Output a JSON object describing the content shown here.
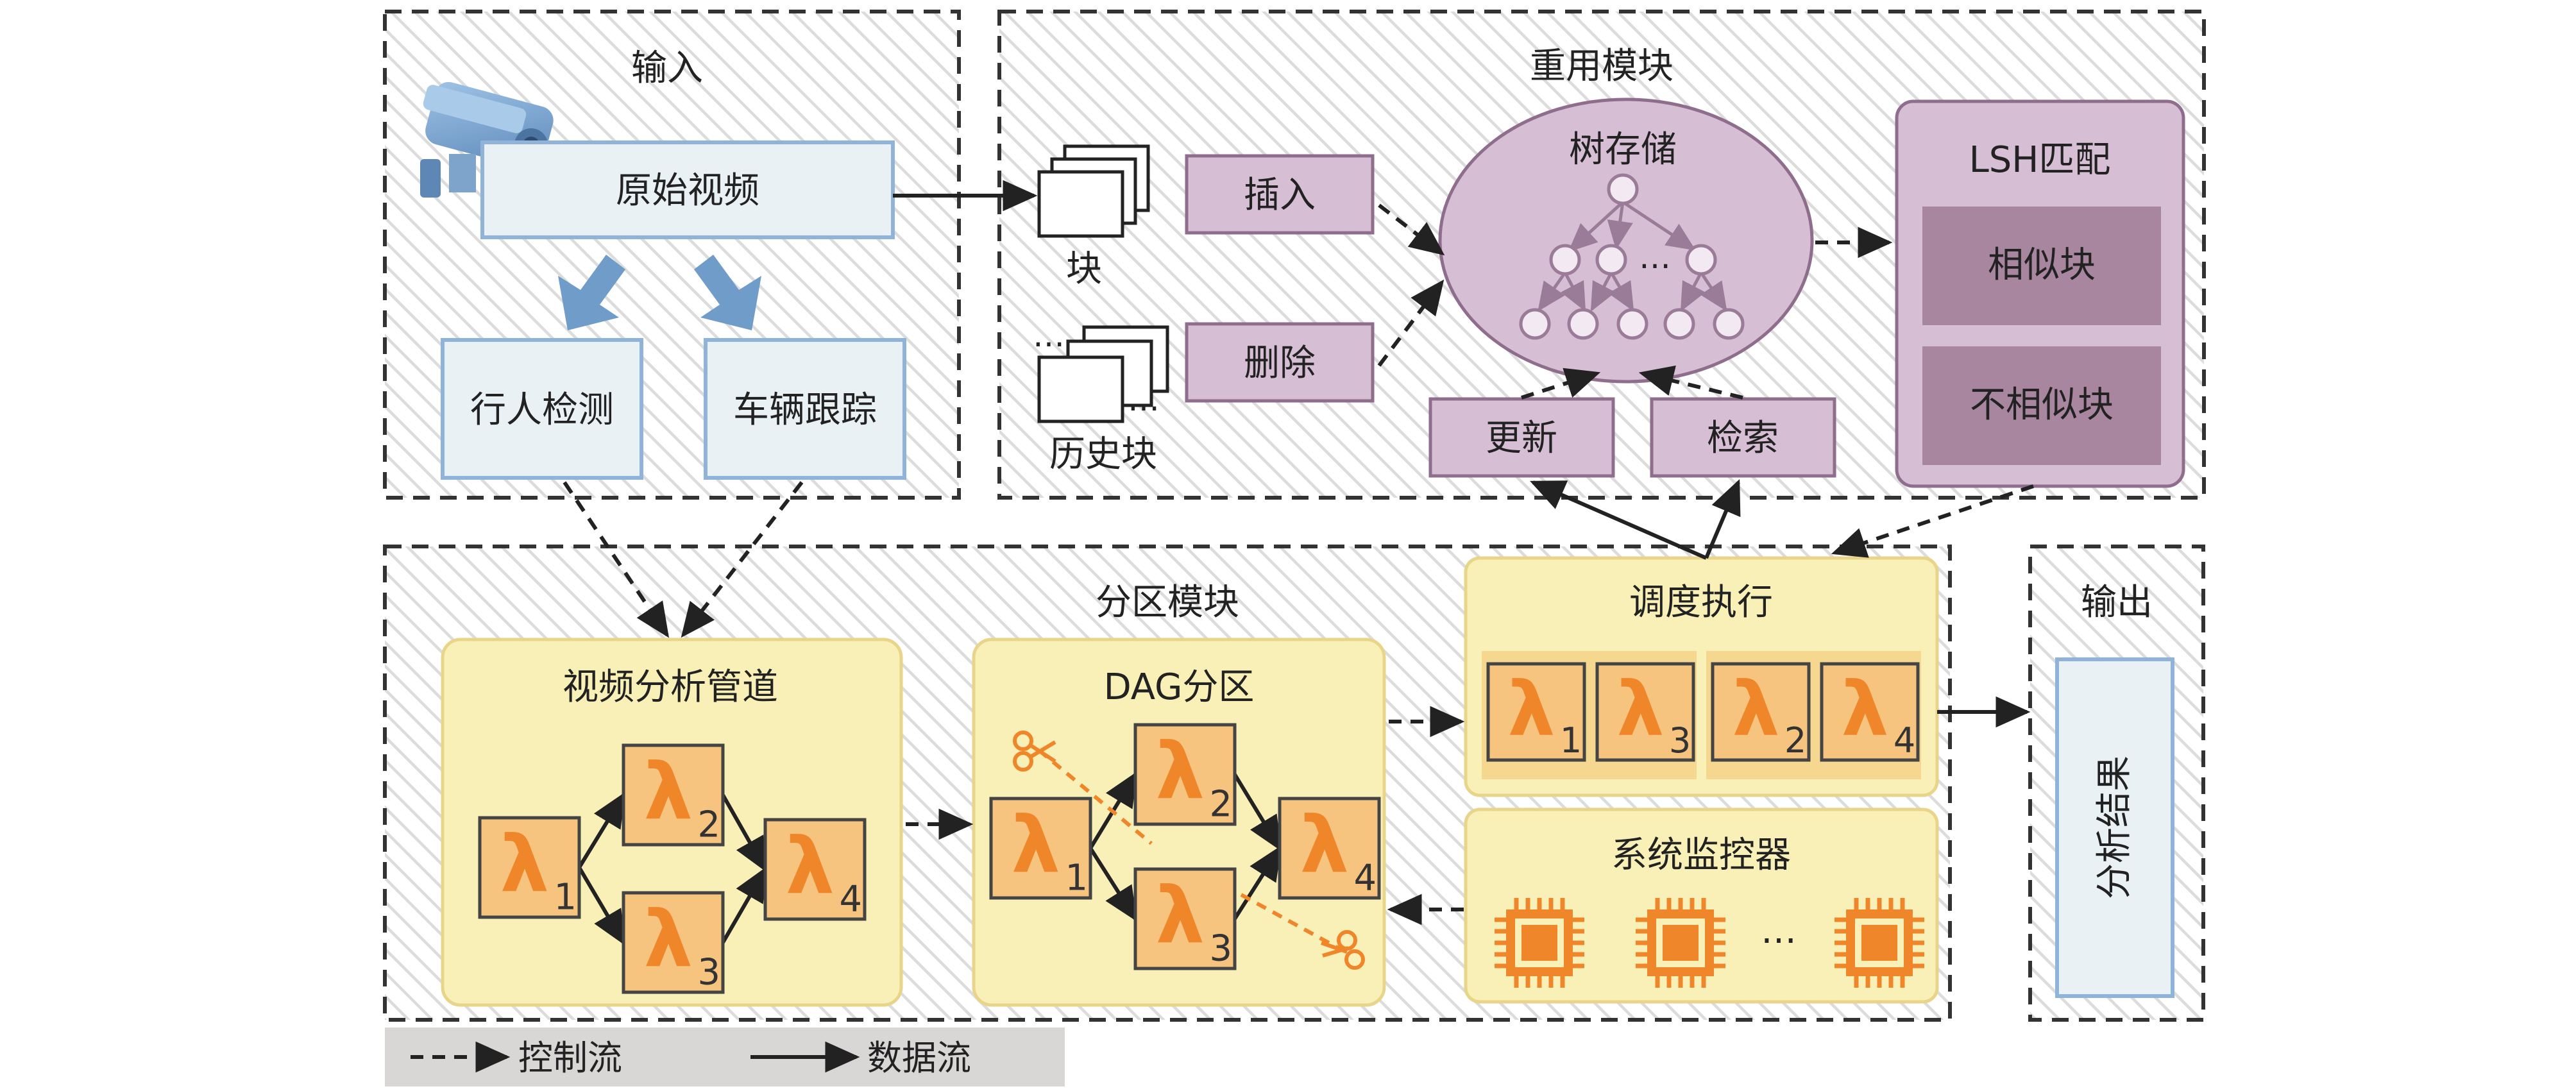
{
  "panels": {
    "input": "输入",
    "reuse": "重用模块",
    "partition": "分区模块",
    "output": "输出"
  },
  "input_panel": {
    "raw_video": "原始视频",
    "pedestrian_detection": "行人检测",
    "vehicle_tracking": "车辆跟踪"
  },
  "reuse_panel": {
    "chunk": "块",
    "history_chunk": "历史块",
    "insert": "插入",
    "delete": "删除",
    "tree_storage": "树存储",
    "update": "更新",
    "retrieve": "检索",
    "lsh_match": "LSH匹配",
    "similar": "相似块",
    "dissimilar": "不相似块",
    "ellipsis": "…"
  },
  "partition_panel": {
    "pipeline_title": "视频分析管道",
    "dag_title": "DAG分区",
    "scheduler_title": "调度执行",
    "monitor_title": "系统监控器",
    "lambda_symbol": "λ",
    "pipeline_nodes": [
      "1",
      "2",
      "3",
      "4"
    ],
    "scheduler_nodes": [
      "1",
      "3",
      "2",
      "4"
    ],
    "monitor_ellipsis": "…"
  },
  "output_panel": {
    "result": "分析结果"
  },
  "legend": {
    "control_flow": "控制流",
    "data_flow": "数据流"
  },
  "colors": {
    "panel_border": "#333333",
    "hatch": "#dcdcdc",
    "input_box_fill": "#eaf1f5",
    "input_box_border": "#8fb3d9",
    "purple_fill": "#d6bfd4",
    "purple_border": "#8f6d8c",
    "purple_dark": "#a8869f",
    "yellow_fill": "#f9f0b8",
    "yellow_border": "#e8d58a",
    "lambda_fill": "#f6c47e",
    "lambda_orange": "#f0862a",
    "blue_arrow": "#6f9cc9",
    "legend_bg": "#d9d6d6"
  }
}
